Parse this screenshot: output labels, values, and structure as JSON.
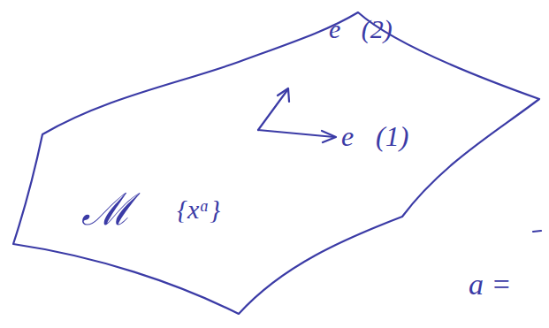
{
  "diagram": {
    "labels": [
      "e⃗(2)",
      "e⃗(1)",
      "ℳ",
      "{xᵅ}",
      "a ="
    ]
  }
}
